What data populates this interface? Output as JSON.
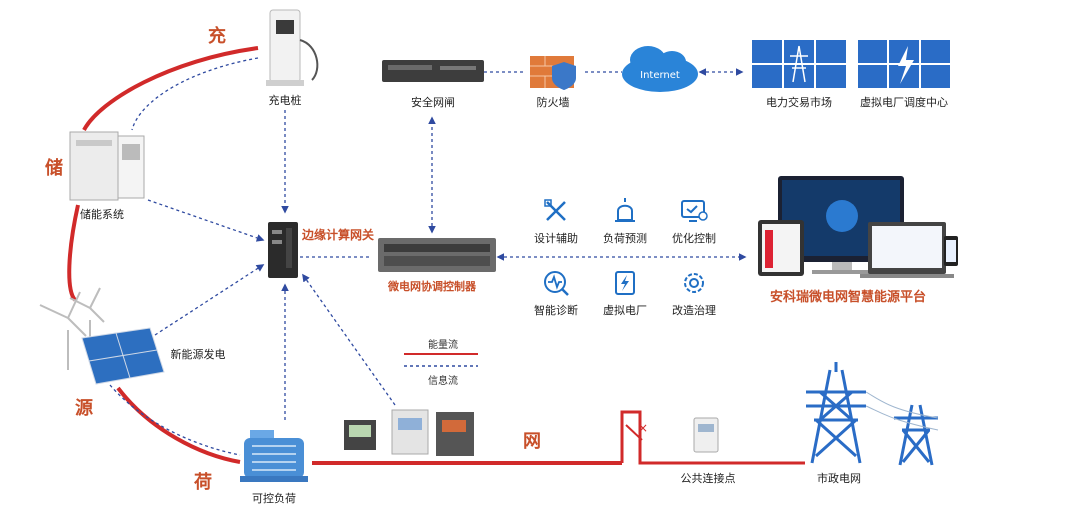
{
  "corners": {
    "charge": "充",
    "store": "储",
    "source": "源",
    "load": "荷",
    "grid": "网"
  },
  "devices": {
    "charging_pile": "充电桩",
    "storage_system": "储能系统",
    "renewable": "新能源发电",
    "controllable_load": "可控负荷",
    "edge_gateway": "边缘计算网关",
    "controller": "微电网协调控制器",
    "security_gateway": "安全网闸",
    "firewall": "防火墙",
    "internet": "Internet",
    "power_market": "电力交易市场",
    "vpp_center": "虚拟电厂调度中心",
    "pcc": "公共连接点",
    "utility_grid": "市政电网",
    "platform": "安科瑞微电网智慧能源平台"
  },
  "functions": [
    {
      "label": "设计辅助",
      "icon": "design-tools-icon"
    },
    {
      "label": "负荷预测",
      "icon": "alarm-lamp-icon"
    },
    {
      "label": "优化控制",
      "icon": "monitor-settings-icon"
    },
    {
      "label": "智能诊断",
      "icon": "diagnosis-wave-icon"
    },
    {
      "label": "虚拟电厂",
      "icon": "lightning-plant-icon"
    },
    {
      "label": "改造治理",
      "icon": "gear-icon"
    }
  ],
  "legend": {
    "energy_flow": "能量流",
    "info_flow": "信息流"
  },
  "colors": {
    "energy_line": "#d12a2a",
    "info_line": "#2f4aa0",
    "accent_text": "#c8502a",
    "icon_blue": "#1f6fc4"
  }
}
